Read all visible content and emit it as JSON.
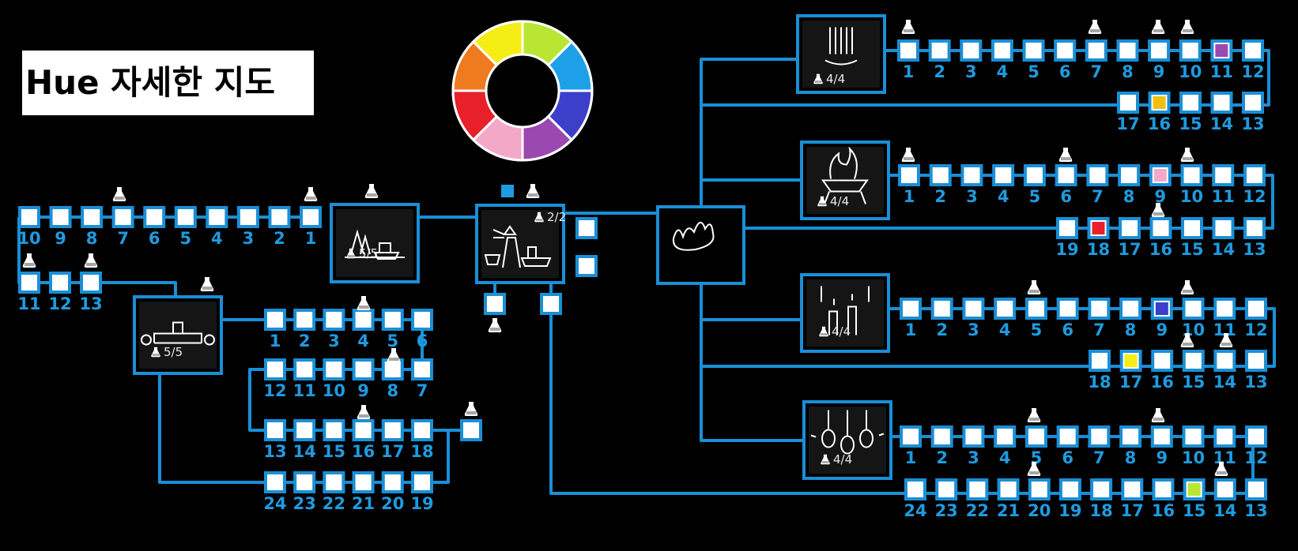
{
  "title": "Hue 자세한 지도",
  "colors": {
    "path": "#1a8fd6",
    "node_fill": "#ffffff",
    "level_label": "#1e9be0",
    "background": "#000000",
    "wheel": [
      "#b8e632",
      "#1ea0e8",
      "#3b3fc9",
      "#9b48b0",
      "#f4a8c8",
      "#e8202a",
      "#f07a1e",
      "#f4ee14"
    ]
  },
  "icons": {
    "beaker": "beaker-icon",
    "color_wheel": "color-wheel-icon",
    "hub": "fire-emblem-icon",
    "locations": [
      "harbor-icon",
      "lighthouse-icon",
      "castle-icon",
      "waterfall-icon",
      "burning-bowl-icon",
      "candles-icon",
      "lightbulbs-icon"
    ]
  },
  "locations": [
    {
      "name": "harbor",
      "counter": "5/5"
    },
    {
      "name": "lighthouse",
      "counter": "2/2"
    },
    {
      "name": "castle",
      "counter": "5/5"
    },
    {
      "name": "waterfall",
      "counter": "4/4"
    },
    {
      "name": "fire-bowl",
      "counter": "4/4"
    },
    {
      "name": "candles",
      "counter": "4/4"
    },
    {
      "name": "lightbulbs",
      "counter": "4/4"
    }
  ],
  "harbor_path": {
    "levels": [
      "10",
      "9",
      "8",
      "7",
      "6",
      "5",
      "4",
      "3",
      "2",
      "1"
    ],
    "second_row": [
      "11",
      "12",
      "13"
    ]
  },
  "castle_path": {
    "row1": [
      "1",
      "2",
      "3",
      "4",
      "5",
      "6"
    ],
    "row2": [
      "12",
      "11",
      "10",
      "9",
      "8",
      "7"
    ],
    "row3": [
      "13",
      "14",
      "15",
      "16",
      "17",
      "18"
    ],
    "row4": [
      "24",
      "23",
      "22",
      "21",
      "20",
      "19"
    ]
  },
  "waterfall_path": {
    "row1": [
      "1",
      "2",
      "3",
      "4",
      "5",
      "6",
      "7",
      "8",
      "9",
      "10",
      "11",
      "12"
    ],
    "row2": [
      "17",
      "16",
      "15",
      "14",
      "13"
    ]
  },
  "fire_path": {
    "row1": [
      "1",
      "2",
      "3",
      "4",
      "5",
      "6",
      "7",
      "8",
      "9",
      "10",
      "11",
      "12"
    ],
    "row2": [
      "19",
      "18",
      "17",
      "16",
      "15",
      "14",
      "13"
    ]
  },
  "candle_path": {
    "row1": [
      "1",
      "2",
      "3",
      "4",
      "5",
      "6",
      "7",
      "8",
      "9",
      "10",
      "11",
      "12"
    ],
    "row2": [
      "18",
      "17",
      "16",
      "15",
      "14",
      "13"
    ]
  },
  "bulb_path": {
    "row1": [
      "1",
      "2",
      "3",
      "4",
      "5",
      "6",
      "7",
      "8",
      "9",
      "10",
      "11",
      "12"
    ],
    "row2": [
      "24",
      "23",
      "22",
      "21",
      "20",
      "19",
      "18",
      "17",
      "16",
      "15",
      "14",
      "13"
    ]
  },
  "special_nodes": [
    {
      "path": "waterfall",
      "level": "11",
      "color": "#9b48b0"
    },
    {
      "path": "waterfall",
      "level": "16",
      "color": "#f0c010"
    },
    {
      "path": "fire",
      "level": "9",
      "color": "#f4a8c8"
    },
    {
      "path": "fire",
      "level": "18",
      "color": "#e8202a"
    },
    {
      "path": "candles",
      "level": "9",
      "color": "#3b3fc9"
    },
    {
      "path": "candles",
      "level": "17",
      "color": "#f4ee14"
    },
    {
      "path": "bulbs",
      "level": "15",
      "color": "#b8e632"
    },
    {
      "path": "lighthouse",
      "level": "start",
      "color": "#1e9be0"
    }
  ]
}
